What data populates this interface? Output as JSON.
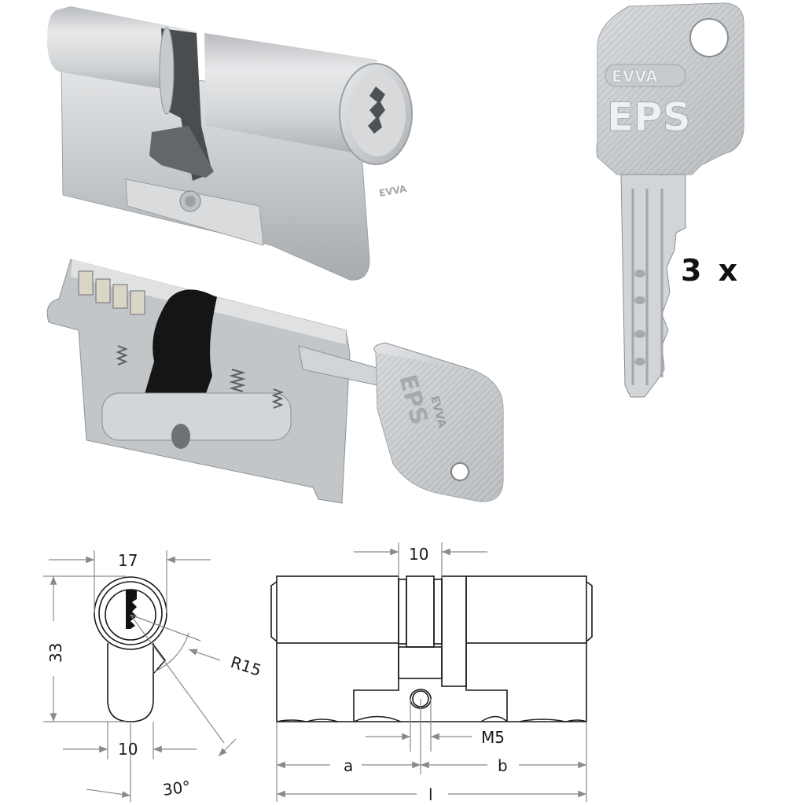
{
  "product": {
    "brand": "EVVA",
    "system": "EPS",
    "cylinder_engraving": "EVVA",
    "key_logo_top": "EVVA",
    "key_logo_bottom": "EPS",
    "cutaway_key_logo_top": "EVVA",
    "cutaway_key_logo_bottom": "EPS"
  },
  "key_count_label": "3 x",
  "front_view_drawing": {
    "width_top": "17",
    "height": "33",
    "width_bottom": "10",
    "radius": "R15",
    "angle": "30°"
  },
  "side_view_drawing": {
    "cam_width": "10",
    "screw_thread": "M5",
    "dim_a": "a",
    "dim_b": "b",
    "dim_total": "l"
  },
  "colors": {
    "metal_light": "#d6d8da",
    "metal_mid": "#b9bcbf",
    "metal_dark": "#8e9296",
    "cam_dark": "#3a3c3e",
    "line": "#1a1a1a",
    "dim_line": "#8a8a8a"
  }
}
